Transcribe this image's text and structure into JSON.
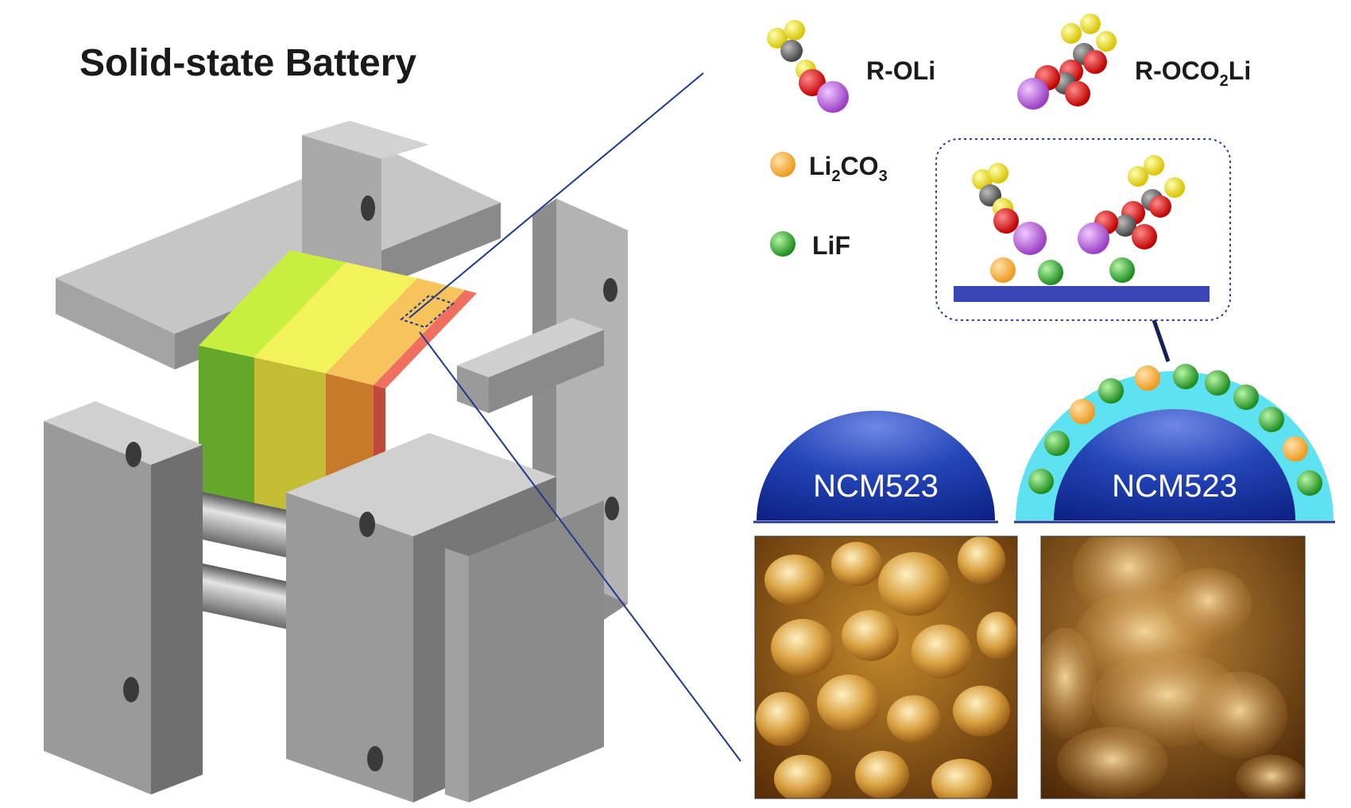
{
  "title": "Solid-state Battery",
  "molecules": {
    "roli": "R-OLi",
    "roco2li_prefix": "R-OCO",
    "roco2li_sub": "2",
    "roco2li_suffix": "Li"
  },
  "legend": {
    "li2co3_prefix": "Li",
    "li2co3_sub1": "2",
    "li2co3_mid": "CO",
    "li2co3_sub2": "3",
    "lif": "LiF"
  },
  "cathode": {
    "bare_label": "NCM523",
    "coated_label": "NCM523"
  },
  "colors": {
    "li2co3": "#f5a93a",
    "lif": "#2fa52f",
    "lithium": "#b45ad6",
    "oxygen": "#e01010",
    "carbon": "#555555",
    "fluorine": "#f0e020",
    "core_blue": "#1a3aa6",
    "coating": "#5fe0ef",
    "substrate": "#3440b0"
  }
}
